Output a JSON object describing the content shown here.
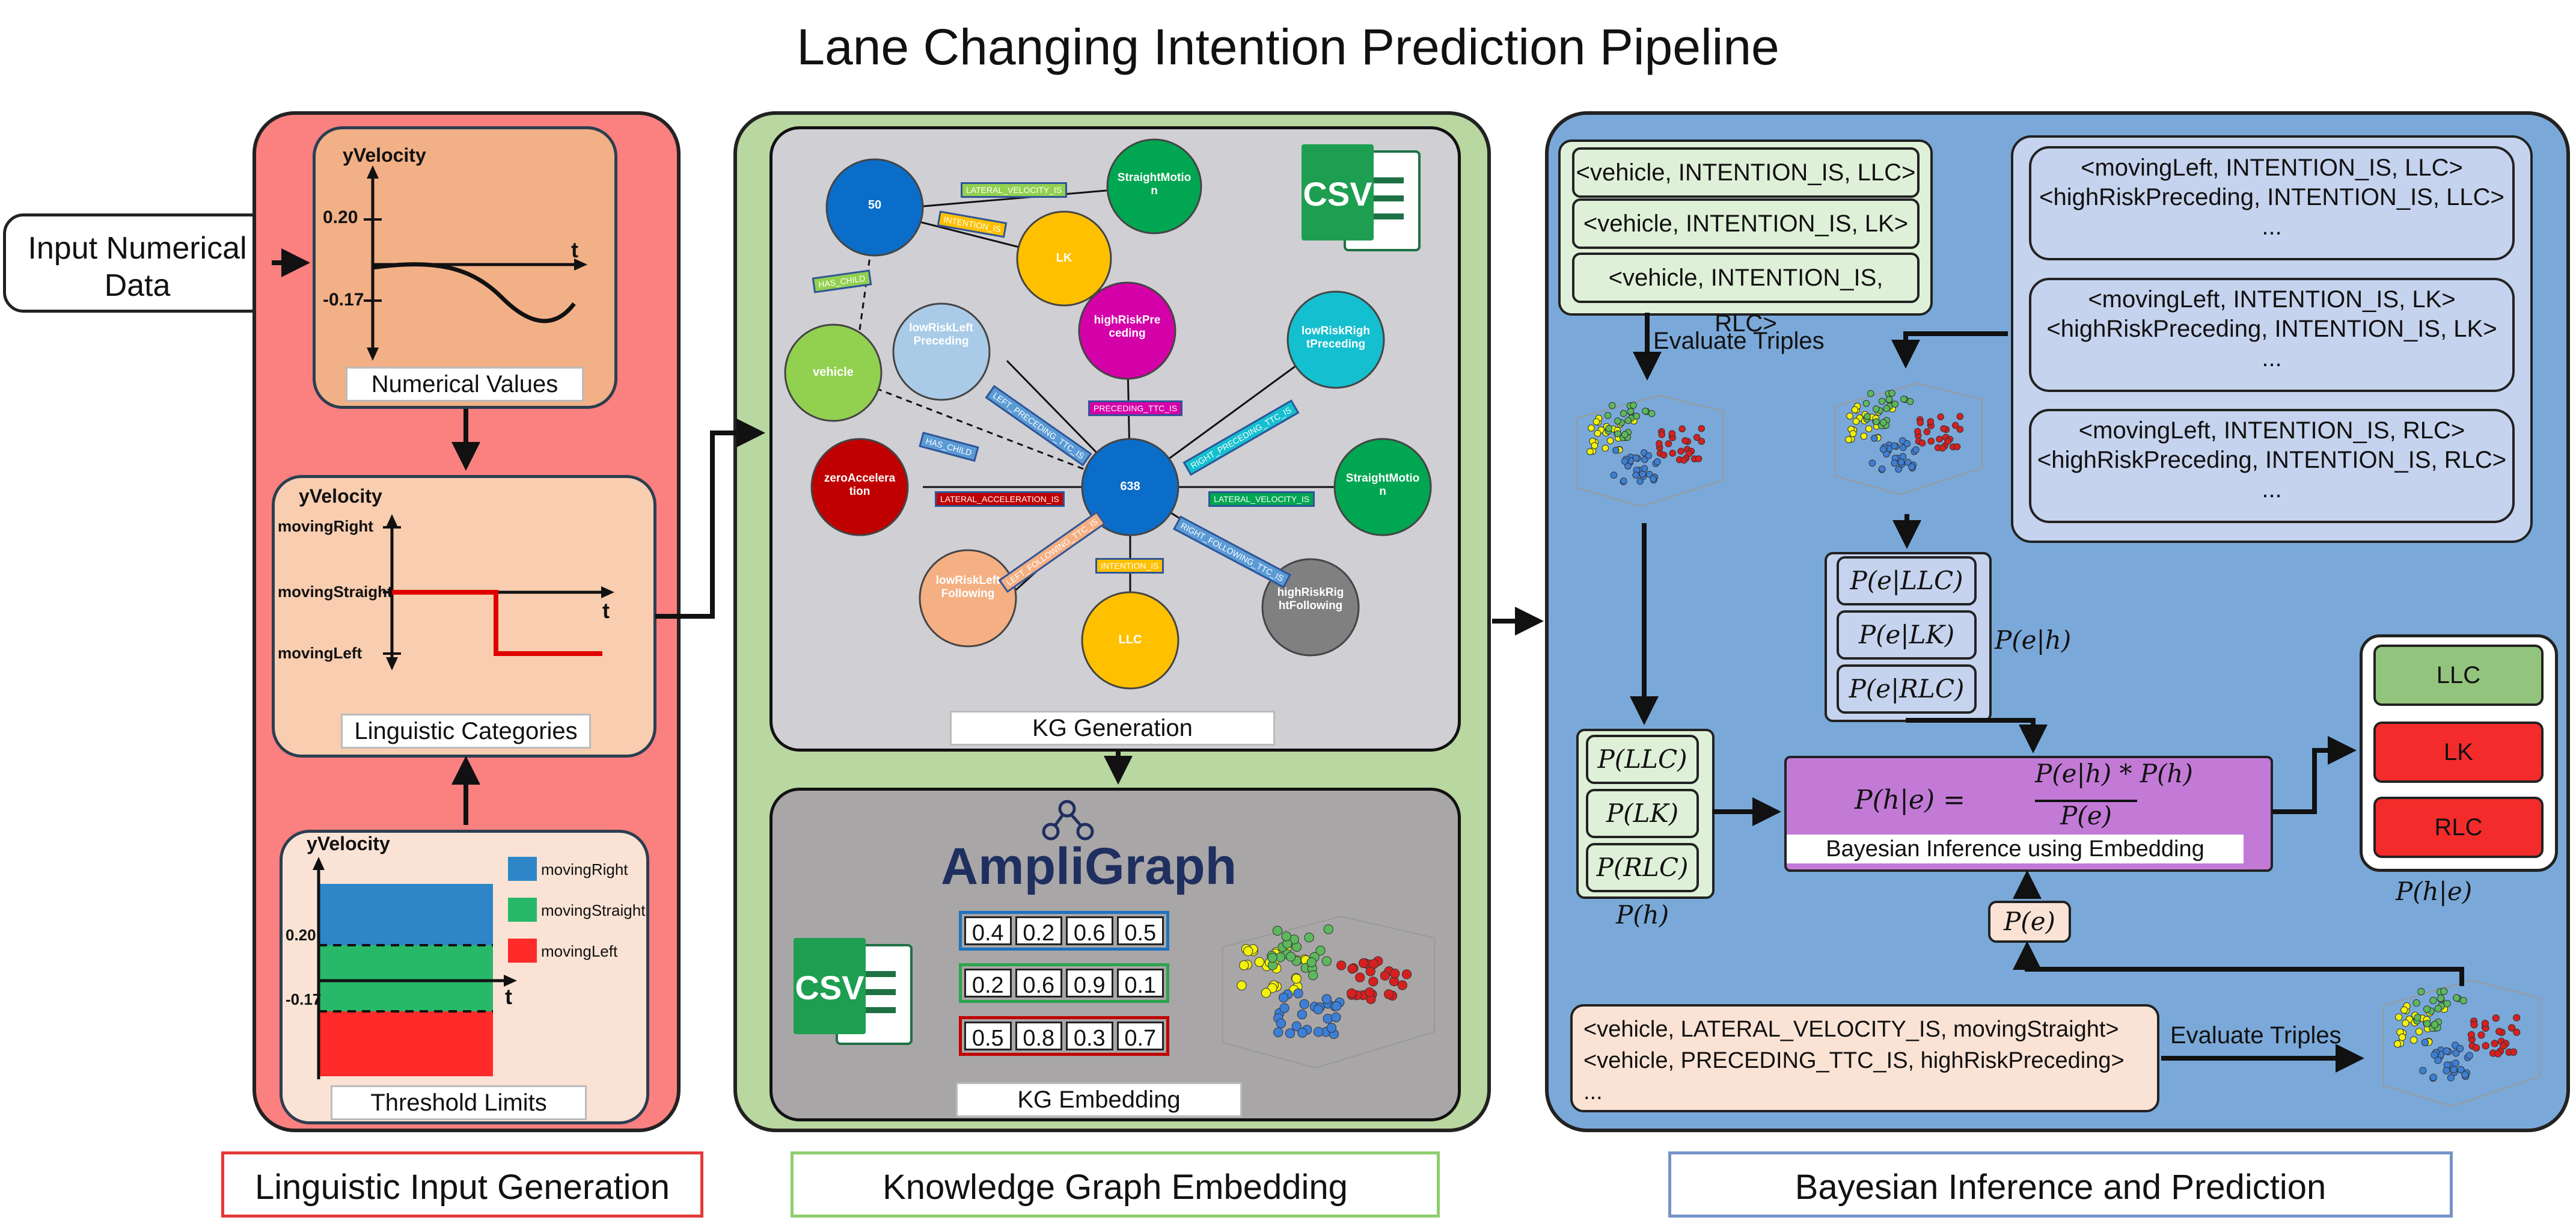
{
  "title": "Lane Changing Intention Prediction Pipeline",
  "input": {
    "label_line1": "Input Numerical",
    "label_line2": "Data"
  },
  "linguistic": {
    "section_label": "Linguistic Input Generation",
    "numerical": {
      "ylabel": "yVelocity",
      "tick_high": "0.20",
      "tick_low": "-0.17",
      "xlabel": "t",
      "caption": "Numerical Values"
    },
    "categories": {
      "ylabel": "yVelocity",
      "right": "movingRight",
      "straight": "movingStraight",
      "left": "movingLeft",
      "xlabel": "t",
      "caption": "Linguistic Categories"
    },
    "threshold": {
      "ylabel": "yVelocity",
      "tick_high": "0.20",
      "tick_low": "-0.17",
      "xlabel": "t",
      "legend": [
        "movingRight",
        "movingStraight",
        "movingLeft"
      ],
      "caption": "Threshold Limits"
    }
  },
  "kg": {
    "section_label": "Knowledge Graph Embedding",
    "generation_caption": "KG Generation",
    "embedding_caption": "KG Embedding",
    "csv_label": "CSV",
    "ampligraph_label": "AmpliGraph",
    "nodes": {
      "n50": "50",
      "straight1": "StraightMotion",
      "lk": "LK",
      "vehicle": "vehicle",
      "lowRiskLeft": "lowRiskLeftPreceding",
      "highRiskPreceding": "highRiskPreceding",
      "lowRiskRight": "lowRiskRightPreceding",
      "zeroAccel": "zeroAcceleration",
      "n638": "638",
      "straight2": "StraightMotion",
      "lowRiskLeftFollow": "lowRiskLeftFollowing",
      "llc": "LLC",
      "highRiskRightFollow": "highRiskRightFollowing"
    },
    "edges": {
      "lateral1": "LATERAL_VELOCITY_IS",
      "intention1": "INTENTION_IS",
      "haschild1": "HAS_CHILD",
      "preceding": "PRECEDING_TTC_IS",
      "leftPre": "LEFT_PRECEDING_TTC_IS",
      "rightPre": "RIGHT_PRECEDING_TTC_IS",
      "haschild2": "HAS_CHILD",
      "lateralAcc": "LATERAL_ACCELERATION_IS",
      "lateral2": "LATERAL_VELOCITY_IS",
      "leftFollow": "LEFT_FOLLOWING_TTC_IS",
      "intention2": "INTENTION_IS",
      "rightFollow": "RIGHT_FOLLOWING_TTC_IS"
    },
    "embeddings": [
      [
        "0.4",
        "0.2",
        "0.6",
        "0.5"
      ],
      [
        "0.2",
        "0.6",
        "0.9",
        "0.1"
      ],
      [
        "0.5",
        "0.8",
        "0.3",
        "0.7"
      ]
    ]
  },
  "bayes": {
    "section_label": "Bayesian Inference and Prediction",
    "triples_left": [
      "<vehicle, INTENTION_IS, LLC>",
      "<vehicle, INTENTION_IS, LK>",
      "<vehicle, INTENTION_IS, RLC>"
    ],
    "triples_right": [
      {
        "line1": "<movingLeft, INTENTION_IS, LLC>",
        "line2": "<highRiskPreceding, INTENTION_IS, LLC>",
        "line3": "..."
      },
      {
        "line1": "<movingLeft, INTENTION_IS, LK>",
        "line2": "<highRiskPreceding, INTENTION_IS, LK>",
        "line3": "..."
      },
      {
        "line1": "<movingLeft, INTENTION_IS, RLC>",
        "line2": "<highRiskPreceding, INTENTION_IS, RLC>",
        "line3": "..."
      }
    ],
    "evaluate_label": "Evaluate Triples",
    "evaluate_label2": "Evaluate Triples",
    "likelihoods": [
      "P(e|LLC)",
      "P(e|LK)",
      "P(e|RLC)"
    ],
    "likelihood_label": "P(e|h)",
    "priors": [
      "P(LLC)",
      "P(LK)",
      "P(RLC)"
    ],
    "prior_label": "P(h)",
    "formula_lhs": "P(h|e) =",
    "formula_num": "P(e|h) * P(h)",
    "formula_den": "P(e)",
    "bayes_caption": "Bayesian Inference using Embedding",
    "evidence": "P(e)",
    "outputs": [
      "LLC",
      "LK",
      "RLC"
    ],
    "posterior_label": "P(h|e)",
    "evidence_triples": [
      "<vehicle, LATERAL_VELOCITY_IS, movingStraight>",
      "<vehicle, PRECEDING_TTC_IS, highRiskPreceding>",
      "..."
    ]
  },
  "colors": {
    "red_panel": "#fb8080",
    "green_panel": "#b9d7a0",
    "blue_panel": "#7aa9d9",
    "kg_gen_bg": "#d0cfd4",
    "kg_emb_bg": "#a9a6a7",
    "bayes_box": "#c37ad6"
  }
}
